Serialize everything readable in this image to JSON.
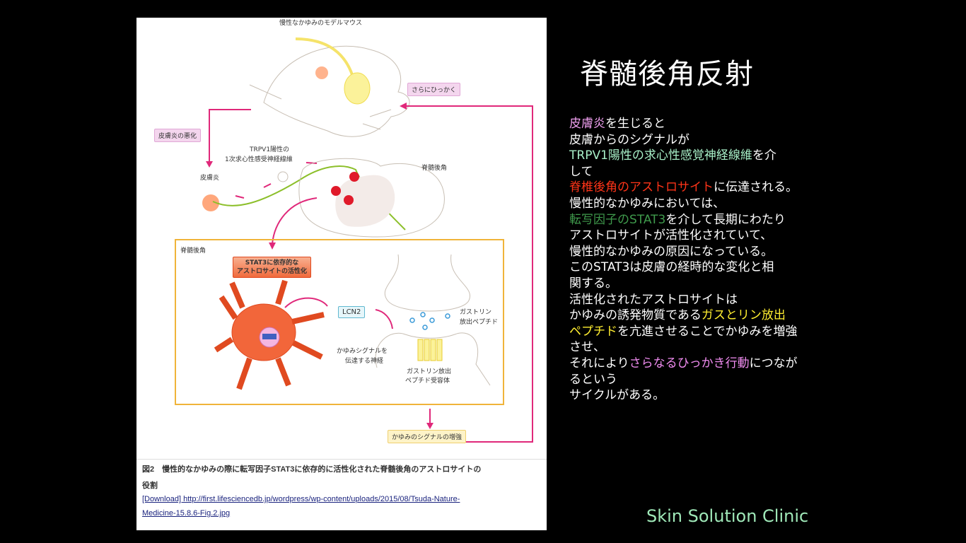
{
  "slide": {
    "title": "脊髄後角反射",
    "footer": "Skin Solution Clinic",
    "body_lines": [
      [
        {
          "t": "皮膚炎",
          "c": "#f0a0f0"
        },
        {
          "t": "を生じると",
          "c": "#ffffff"
        }
      ],
      [
        {
          "t": "皮膚からのシグナルが",
          "c": "#ffffff"
        }
      ],
      [
        {
          "t": "TRPV1陽性の求心性感覚神経線維",
          "c": "#a8f0c8"
        },
        {
          "t": "を介",
          "c": "#ffffff"
        }
      ],
      [
        {
          "t": "して",
          "c": "#ffffff"
        }
      ],
      [
        {
          "t": "脊椎後角のアストロサイト",
          "c": "#ff3418"
        },
        {
          "t": "に伝達される。",
          "c": "#ffffff"
        }
      ],
      [
        {
          "t": "慢性的なかゆみにおいては、",
          "c": "#ffffff"
        }
      ],
      [
        {
          "t": "転写因子のSTAT3",
          "c": "#3f9a4c"
        },
        {
          "t": "を介して長期にわたり",
          "c": "#ffffff"
        }
      ],
      [
        {
          "t": "アストロサイトが活性化されていて、",
          "c": "#ffffff"
        }
      ],
      [
        {
          "t": "慢性的なかゆみの原因になっている。",
          "c": "#ffffff"
        }
      ],
      [
        {
          "t": "このSTAT3は皮膚の経時的な変化と相",
          "c": "#ffffff"
        }
      ],
      [
        {
          "t": "関する。",
          "c": "#ffffff"
        }
      ],
      [
        {
          "t": "活性化されたアストロサイトは",
          "c": "#ffffff"
        }
      ],
      [
        {
          "t": "かゆみの誘発物質である",
          "c": "#ffffff"
        },
        {
          "t": "ガスとリン放出",
          "c": "#ffee30"
        }
      ],
      [
        {
          "t": "ペプチド",
          "c": "#ffee30"
        },
        {
          "t": "を亢進させることでかゆみを増強",
          "c": "#ffffff"
        }
      ],
      [
        {
          "t": "させ、",
          "c": "#ffffff"
        }
      ],
      [
        {
          "t": "それにより",
          "c": "#ffffff"
        },
        {
          "t": "さらなるひっかき行動",
          "c": "#f08cf0"
        },
        {
          "t": "につなが",
          "c": "#ffffff"
        }
      ],
      [
        {
          "t": "るという",
          "c": "#ffffff"
        }
      ],
      [
        {
          "t": "サイクルがある。",
          "c": "#ffffff"
        }
      ]
    ]
  },
  "figure": {
    "mouse_label": "慢性なかゆみのモデルマウス",
    "scratch_more": "さらにひっかく",
    "dermatitis_worse": "皮膚炎の悪化",
    "trpv1_line1": "TRPV1陽性の",
    "trpv1_line2": "1次求心性感受神経線維",
    "dermatitis": "皮膚炎",
    "dorsal_horn": "脊髄後角",
    "dorsal_horn_box": "脊髄後角",
    "stat3_line1": "STAT3に依存的な",
    "stat3_line2": "アストロサイトの活性化",
    "lcn2": "LCN2",
    "grp_line1": "ガストリン",
    "grp_line2": "放出ペプチド",
    "nerve_line1": "かゆみシグナルを",
    "nerve_line2": "伝達する神経",
    "grpr_line1": "ガストリン放出",
    "grpr_line2": "ペプチド受容体",
    "itch_enhance": "かゆみのシグナルの増強",
    "caption_line1": "図2　慢性的なかゆみの際に転写因子STAT3に依存的に活性化された脊髄後角のアストロサイトの",
    "caption_line2": "役割",
    "link_line1": "[Download] http://first.lifesciencedb.jp/wordpress/wp-content/uploads/2015/08/Tsuda-Nature-",
    "link_line2": "Medicine-15.8.6-Fig.2.jpg"
  }
}
